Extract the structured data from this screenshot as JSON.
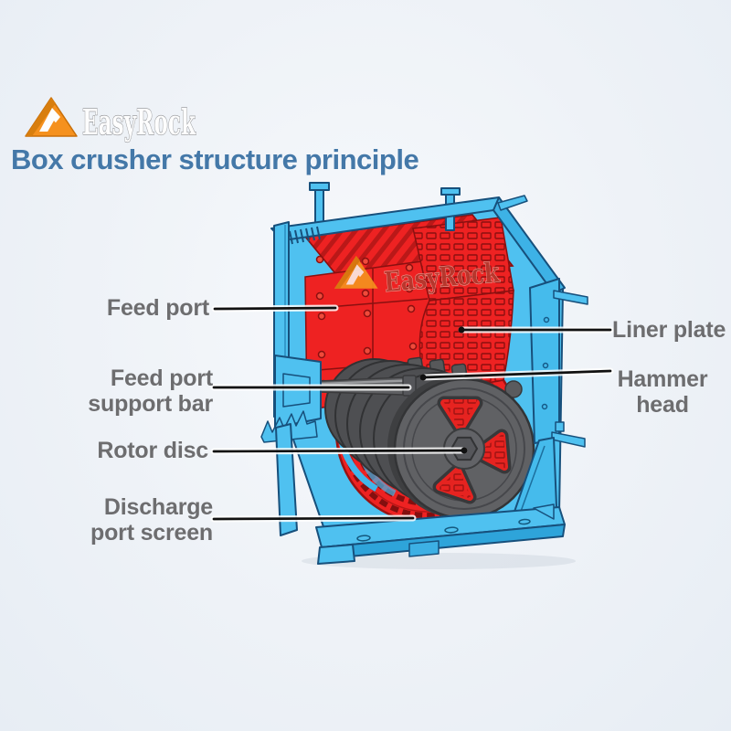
{
  "header": {
    "logo_text": "EasyRock",
    "title": "Box crusher structure principle"
  },
  "diagram": {
    "watermark_logo_text": "EasyRock",
    "labels": {
      "feed_port": {
        "text": "Feed port"
      },
      "feed_port_support_bar": {
        "line1": "Feed port",
        "line2": "support bar"
      },
      "rotor_disc": {
        "text": "Rotor disc"
      },
      "discharge_port_screen": {
        "line1": "Discharge",
        "line2": "port screen"
      },
      "liner_plate": {
        "text": "Liner plate"
      },
      "hammer_head": {
        "line1": "Hammer",
        "line2": "head"
      }
    }
  },
  "colors": {
    "title_blue": "#4478a8",
    "label_gray": "#6d6d6f",
    "frame_blue": "#4fc1f0",
    "frame_blue_dark": "#2ea4da",
    "outline_blue": "#17507c",
    "liner_red": "#ee2222",
    "liner_red_dark": "#8a1010",
    "rotor_gray": "#606164",
    "shaft_gray": "#55565a",
    "logo_orange": "#f5911e",
    "leader_black": "#111111",
    "background": "#eef2f7"
  }
}
